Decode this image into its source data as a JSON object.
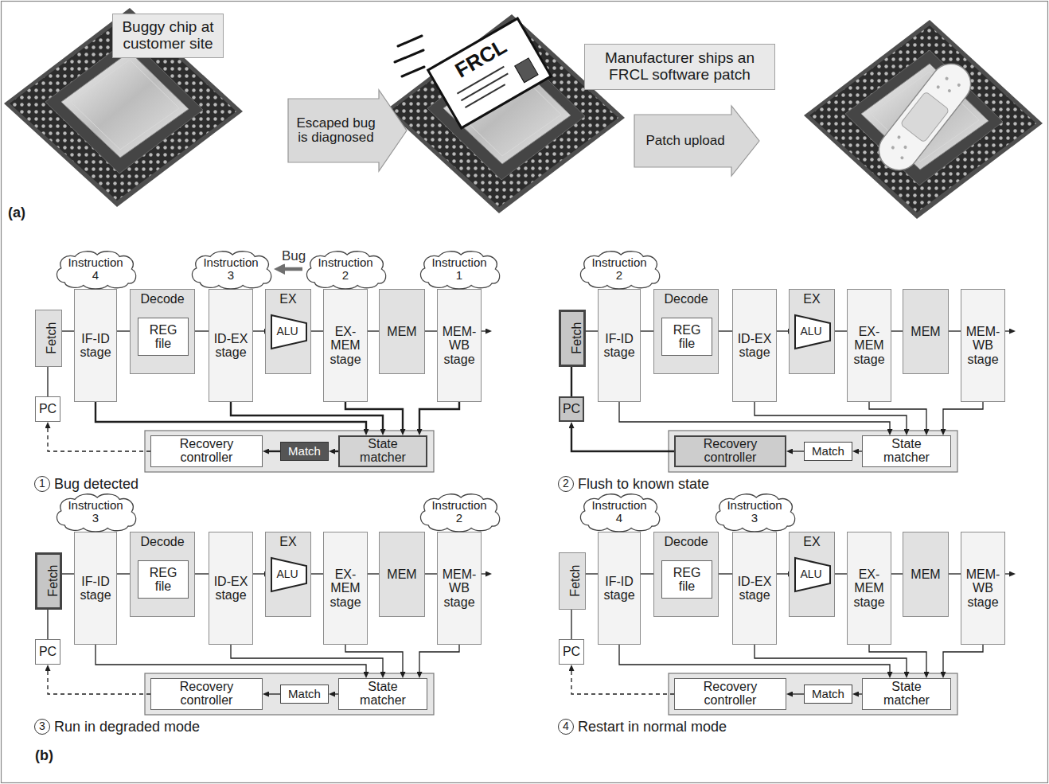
{
  "diagram": {
    "nodes": [
      {
        "text": [
          "Buggy chip at customer site"
        ]
      },
      {
        "text": [
          "Escaped bug is diagnosed"
        ]
      },
      {
        "text": [
          "Manufacturer ships an FRCL software patch"
        ]
      },
      {
        "text": [
          "Patch upload"
        ]
      },
      {
        "text": [
          "Fetch"
        ]
      },
      {
        "text": [
          "PC"
        ]
      },
      {
        "text": [
          "IF-ID stage"
        ]
      },
      {
        "text": [
          "Decode"
        ]
      },
      {
        "text": [
          "REG file"
        ],
        "in": 7
      },
      {
        "text": [
          "ID-EX stage"
        ]
      },
      {
        "text": [
          "EX"
        ]
      },
      {
        "text": [
          "ALU"
        ],
        "in": 10
      },
      {
        "text": [
          "EX-MEM stage"
        ]
      },
      {
        "text": [
          "MEM"
        ]
      },
      {
        "text": [
          "MEM-WB stage"
        ]
      },
      {
        "text": [
          "Recovery controller"
        ]
      },
      {
        "text": [
          "Match"
        ]
      },
      {
        "text": [
          "State matcher"
        ]
      },
      {
        "text": [
          "1"
        ]
      },
      {
        "text": [
          "Instruction 4"
        ]
      },
      {
        "text": [
          "Instruction 3"
        ]
      },
      {
        "text": [
          "Instruction 2"
        ]
      },
      {
        "text": [
          "Instruction 1"
        ]
      },
      {
        "text": [
          "Fetch"
        ]
      },
      {
        "text": [
          "PC"
        ]
      },
      {
        "text": [
          "IF-ID stage"
        ]
      },
      {
        "text": [
          "Decode"
        ]
      },
      {
        "text": [
          "REG file"
        ],
        "in": 26
      },
      {
        "text": [
          "ID-EX stage"
        ]
      },
      {
        "text": [
          "EX"
        ]
      },
      {
        "text": [
          "ALU"
        ],
        "in": 29
      },
      {
        "text": [
          "EX-MEM stage"
        ]
      },
      {
        "text": [
          "MEM"
        ]
      },
      {
        "text": [
          "MEM-WB stage"
        ]
      },
      {
        "text": [
          "Recovery controller"
        ]
      },
      {
        "text": [
          "Match"
        ]
      },
      {
        "text": [
          "State matcher"
        ]
      },
      {
        "text": [
          "2"
        ]
      },
      {
        "text": [
          "Instruction 2"
        ]
      },
      {
        "text": [
          "Fetch"
        ]
      },
      {
        "text": [
          "PC"
        ]
      },
      {
        "text": [
          "IF-ID stage"
        ]
      },
      {
        "text": [
          "Decode"
        ]
      },
      {
        "text": [
          "REG file"
        ],
        "in": 42
      },
      {
        "text": [
          "ID-EX stage"
        ]
      },
      {
        "text": [
          "EX"
        ]
      },
      {
        "text": [
          "ALU"
        ],
        "in": 45
      },
      {
        "text": [
          "EX-MEM stage"
        ]
      },
      {
        "text": [
          "MEM"
        ]
      },
      {
        "text": [
          "MEM-WB stage"
        ]
      },
      {
        "text": [
          "Recovery controller"
        ]
      },
      {
        "text": [
          "Match"
        ]
      },
      {
        "text": [
          "State matcher"
        ]
      },
      {
        "text": [
          "3"
        ]
      },
      {
        "text": [
          "Instruction 3"
        ]
      },
      {
        "text": [
          "Instruction 2"
        ]
      },
      {
        "text": [
          "Fetch"
        ]
      },
      {
        "text": [
          "PC"
        ]
      },
      {
        "text": [
          "IF-ID stage"
        ]
      },
      {
        "text": [
          "Decode"
        ]
      },
      {
        "text": [
          "REG file"
        ],
        "in": 59
      },
      {
        "text": [
          "ID-EX stage"
        ]
      },
      {
        "text": [
          "EX"
        ]
      },
      {
        "text": [
          "ALU"
        ],
        "in": 62
      },
      {
        "text": [
          "EX-MEM stage"
        ]
      },
      {
        "text": [
          "MEM"
        ]
      },
      {
        "text": [
          "MEM-WB stage"
        ]
      },
      {
        "text": [
          "Recovery controller"
        ]
      },
      {
        "text": [
          "Match"
        ]
      },
      {
        "text": [
          "State matcher"
        ]
      },
      {
        "text": [
          "4"
        ]
      },
      {
        "text": [
          "Instruction 4"
        ]
      },
      {
        "text": [
          "Instruction 3"
        ]
      }
    ],
    "edges": [
      {
        "from": 4,
        "to": 6,
        "arrow": "none"
      },
      {
        "from": 6,
        "to": 7,
        "arrow": "none"
      },
      {
        "from": 7,
        "to": 9,
        "arrow": "none"
      },
      {
        "from": 9,
        "to": 11,
        "arrow": "to"
      },
      {
        "from": 11,
        "to": 12,
        "arrow": "none"
      },
      {
        "from": 12,
        "to": 13,
        "arrow": "none"
      },
      {
        "from": 13,
        "to": 14,
        "arrow": "none"
      },
      {
        "from": 5,
        "to": 4,
        "arrow": "none"
      },
      {
        "from": 6,
        "to": 17,
        "arrow": "to"
      },
      {
        "from": 9,
        "to": 17,
        "arrow": "to"
      },
      {
        "from": 12,
        "to": 17,
        "arrow": "to"
      },
      {
        "from": 14,
        "to": 17,
        "arrow": "to"
      },
      {
        "from": 17,
        "to": 16,
        "arrow": "to"
      },
      {
        "from": 16,
        "to": 15,
        "arrow": "to"
      },
      {
        "from": 15,
        "to": 5,
        "arrow": "to"
      },
      {
        "from": 21,
        "to": 20,
        "arrow": "to",
        "label": "Bug"
      },
      {
        "from": 23,
        "to": 25,
        "arrow": "none"
      },
      {
        "from": 25,
        "to": 26,
        "arrow": "none"
      },
      {
        "from": 26,
        "to": 28,
        "arrow": "none"
      },
      {
        "from": 28,
        "to": 30,
        "arrow": "to"
      },
      {
        "from": 30,
        "to": 31,
        "arrow": "none"
      },
      {
        "from": 31,
        "to": 32,
        "arrow": "none"
      },
      {
        "from": 32,
        "to": 33,
        "arrow": "none"
      },
      {
        "from": 24,
        "to": 23,
        "arrow": "none"
      },
      {
        "from": 25,
        "to": 36,
        "arrow": "to"
      },
      {
        "from": 28,
        "to": 36,
        "arrow": "to"
      },
      {
        "from": 31,
        "to": 36,
        "arrow": "to"
      },
      {
        "from": 33,
        "to": 36,
        "arrow": "to"
      },
      {
        "from": 36,
        "to": 35,
        "arrow": "to"
      },
      {
        "from": 35,
        "to": 34,
        "arrow": "to"
      },
      {
        "from": 34,
        "to": 24,
        "arrow": "to"
      },
      {
        "from": 39,
        "to": 41,
        "arrow": "none"
      },
      {
        "from": 41,
        "to": 42,
        "arrow": "none"
      },
      {
        "from": 42,
        "to": 44,
        "arrow": "none"
      },
      {
        "from": 44,
        "to": 46,
        "arrow": "to"
      },
      {
        "from": 46,
        "to": 47,
        "arrow": "none"
      },
      {
        "from": 47,
        "to": 48,
        "arrow": "none"
      },
      {
        "from": 48,
        "to": 49,
        "arrow": "none"
      },
      {
        "from": 40,
        "to": 39,
        "arrow": "none"
      },
      {
        "from": 41,
        "to": 52,
        "arrow": "to"
      },
      {
        "from": 44,
        "to": 52,
        "arrow": "to"
      },
      {
        "from": 47,
        "to": 52,
        "arrow": "to"
      },
      {
        "from": 49,
        "to": 52,
        "arrow": "to"
      },
      {
        "from": 52,
        "to": 51,
        "arrow": "to"
      },
      {
        "from": 51,
        "to": 50,
        "arrow": "to"
      },
      {
        "from": 50,
        "to": 40,
        "arrow": "to"
      },
      {
        "from": 56,
        "to": 58,
        "arrow": "none"
      },
      {
        "from": 58,
        "to": 59,
        "arrow": "none"
      },
      {
        "from": 59,
        "to": 61,
        "arrow": "none"
      },
      {
        "from": 61,
        "to": 63,
        "arrow": "to"
      },
      {
        "from": 63,
        "to": 64,
        "arrow": "none"
      },
      {
        "from": 64,
        "to": 65,
        "arrow": "none"
      },
      {
        "from": 65,
        "to": 66,
        "arrow": "none"
      },
      {
        "from": 57,
        "to": 56,
        "arrow": "none"
      },
      {
        "from": 58,
        "to": 69,
        "arrow": "to"
      },
      {
        "from": 61,
        "to": 69,
        "arrow": "to"
      },
      {
        "from": 64,
        "to": 69,
        "arrow": "to"
      },
      {
        "from": 66,
        "to": 69,
        "arrow": "to"
      },
      {
        "from": 69,
        "to": 68,
        "arrow": "to"
      },
      {
        "from": 68,
        "to": 67,
        "arrow": "to"
      },
      {
        "from": 67,
        "to": 57,
        "arrow": "to"
      }
    ],
    "labels": [
      "FRCL",
      "(a)",
      "Bug detected",
      "Flush to known state",
      "Run in degraded mode",
      "Restart in normal mode",
      "(b)"
    ]
  }
}
